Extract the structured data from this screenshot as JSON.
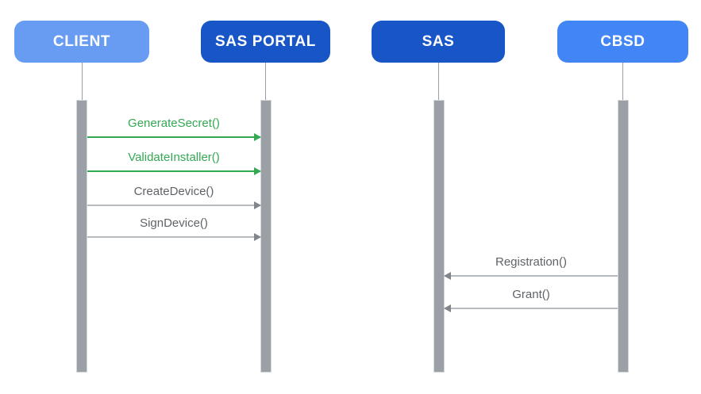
{
  "diagram": {
    "type": "sequence-diagram",
    "background": "#FFFFFF",
    "actors": [
      {
        "id": "client",
        "label": "CLIENT",
        "fill": "#689CF2",
        "text_color": "#FFFFFF"
      },
      {
        "id": "sas-portal",
        "label": "SAS PORTAL",
        "fill": "#1856C8",
        "text_color": "#FFFFFF"
      },
      {
        "id": "sas",
        "label": "SAS",
        "fill": "#1856C8",
        "text_color": "#FFFFFF"
      },
      {
        "id": "cbsd",
        "label": "CBSD",
        "fill": "#4285F4",
        "text_color": "#FFFFFF"
      }
    ],
    "messages": [
      {
        "label": "GenerateSecret()",
        "from": "CLIENT",
        "to": "SAS PORTAL",
        "direction": "right",
        "color": "#34A853"
      },
      {
        "label": "ValidateInstaller()",
        "from": "CLIENT",
        "to": "SAS PORTAL",
        "direction": "right",
        "color": "#34A853"
      },
      {
        "label": "CreateDevice()",
        "from": "CLIENT",
        "to": "SAS PORTAL",
        "direction": "right",
        "color": "#5F6368"
      },
      {
        "label": "SignDevice()",
        "from": "CLIENT",
        "to": "SAS PORTAL",
        "direction": "right",
        "color": "#5F6368"
      },
      {
        "label": "Registration()",
        "from": "CBSD",
        "to": "SAS",
        "direction": "left",
        "color": "#5F6368"
      },
      {
        "label": "Grant()",
        "from": "CBSD",
        "to": "SAS",
        "direction": "left",
        "color": "#5F6368"
      }
    ],
    "colors": {
      "activation_bar": "#9AA0A6",
      "lifeline": "#9AA0A6",
      "gray_arrow_line": "#B5BABF",
      "gray_arrow_head": "#80868B",
      "green_arrow": "#34A853"
    }
  }
}
